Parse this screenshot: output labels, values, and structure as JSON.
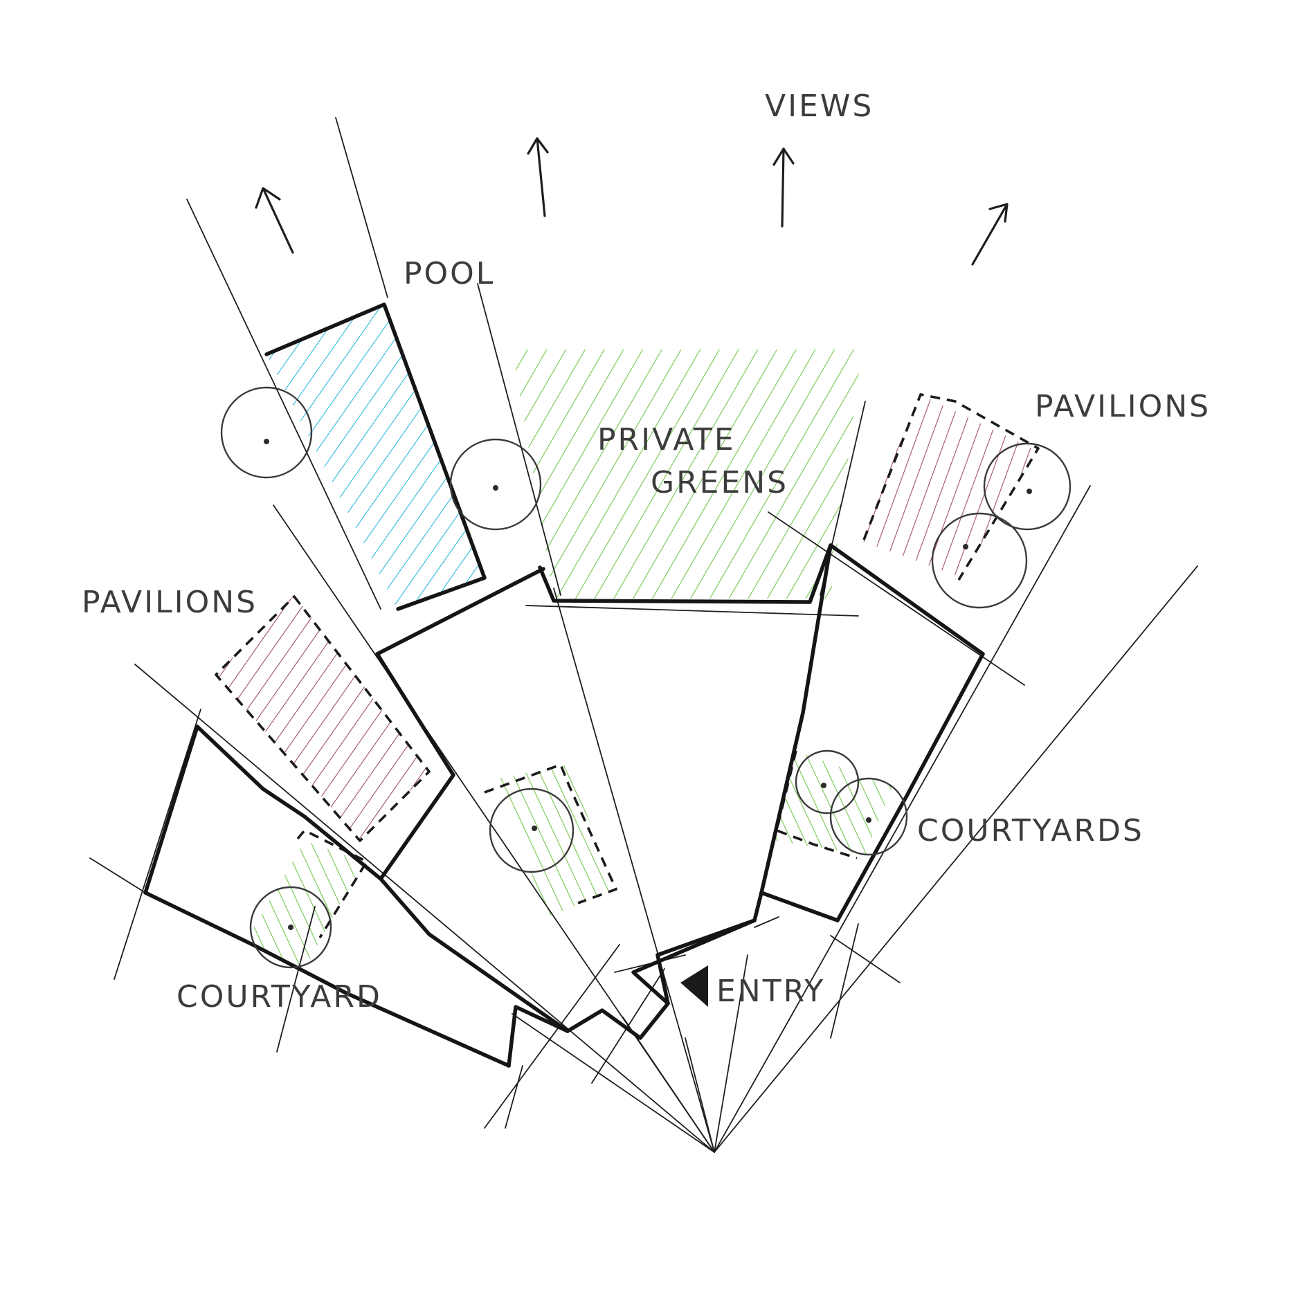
{
  "labels": {
    "views": "VIEWS",
    "pool": "POOL",
    "private_greens_line1": "PRIVATE",
    "private_greens_line2": "GREENS",
    "pavilions_right": "PAVILIONS",
    "pavilions_left": "PAVILIONS",
    "courtyards": "COURTYARDS",
    "courtyard": "COURTYARD",
    "entry": "ENTRY"
  },
  "colors": {
    "pool_hatch": "#29b6e0",
    "greens_hatch": "#7cc957",
    "pavilion_hatch": "#9e4f5c",
    "ink": "#1a1a1a"
  },
  "icons": {
    "view_arrow": "arrow-up-icon",
    "entry_marker": "triangle-left-icon",
    "tree": "circle-tree-icon"
  }
}
